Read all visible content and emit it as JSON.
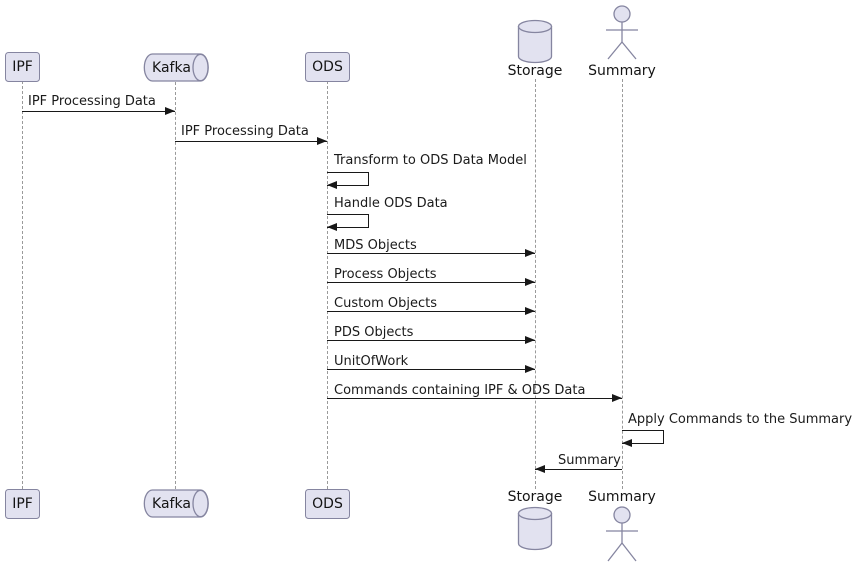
{
  "colors": {
    "participant_fill": "#E2E2F0",
    "shape_border": "#8585a0",
    "message_line": "#181818",
    "lifeline": "#9a9a9a",
    "text": "#141414",
    "background": "#ffffff"
  },
  "diagram": {
    "type": "uml-sequence",
    "participants": [
      {
        "label": "IPF",
        "shape": "box"
      },
      {
        "label": "Kafka",
        "shape": "queue"
      },
      {
        "label": "ODS",
        "shape": "box"
      },
      {
        "label": "Storage",
        "shape": "database"
      },
      {
        "label": "Summary",
        "shape": "actor"
      }
    ],
    "messages": [
      {
        "from": "IPF",
        "to": "Kafka",
        "kind": "arrow",
        "label": "IPF Processing Data"
      },
      {
        "from": "Kafka",
        "to": "ODS",
        "kind": "arrow",
        "label": "IPF Processing Data"
      },
      {
        "from": "ODS",
        "to": "ODS",
        "kind": "self",
        "label": "Transform to ODS Data Model"
      },
      {
        "from": "ODS",
        "to": "ODS",
        "kind": "self",
        "label": "Handle ODS Data"
      },
      {
        "from": "ODS",
        "to": "Storage",
        "kind": "arrow",
        "label": "MDS Objects"
      },
      {
        "from": "ODS",
        "to": "Storage",
        "kind": "arrow",
        "label": "Process Objects"
      },
      {
        "from": "ODS",
        "to": "Storage",
        "kind": "arrow",
        "label": "Custom Objects"
      },
      {
        "from": "ODS",
        "to": "Storage",
        "kind": "arrow",
        "label": "PDS Objects"
      },
      {
        "from": "ODS",
        "to": "Storage",
        "kind": "arrow",
        "label": "UnitOfWork"
      },
      {
        "from": "ODS",
        "to": "Summary",
        "kind": "arrow",
        "label": "Commands containing IPF & ODS Data"
      },
      {
        "from": "Summary",
        "to": "Summary",
        "kind": "self",
        "label": "Apply Commands to the Summary"
      },
      {
        "from": "Summary",
        "to": "Storage",
        "kind": "arrow",
        "label": "Summary"
      }
    ]
  }
}
